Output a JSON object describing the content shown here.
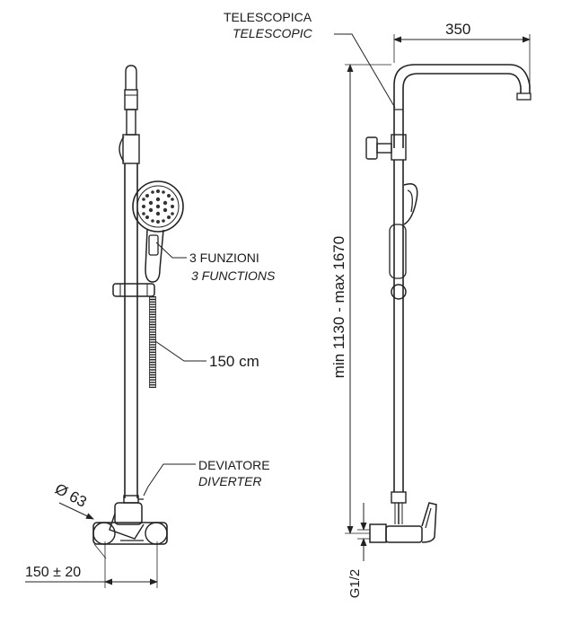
{
  "labels": {
    "telescopic_it": "TELESCOPICA",
    "telescopic_en": "TELESCOPIC",
    "width_dim": "350",
    "functions_it": "3 FUNZIONI",
    "functions_en": "3 FUNCTIONS",
    "hose_length": "150 cm",
    "diverter_it": "DEVIATORE",
    "diverter_en": "DIVERTER",
    "diameter": "Ø 63",
    "height_dim": "min 1130  -  max 1670",
    "centers_dim": "150 ± 20",
    "thread_dim": "G1/2"
  },
  "colors": {
    "line": "#222222",
    "text": "#1a1a1a",
    "background": "#ffffff"
  }
}
